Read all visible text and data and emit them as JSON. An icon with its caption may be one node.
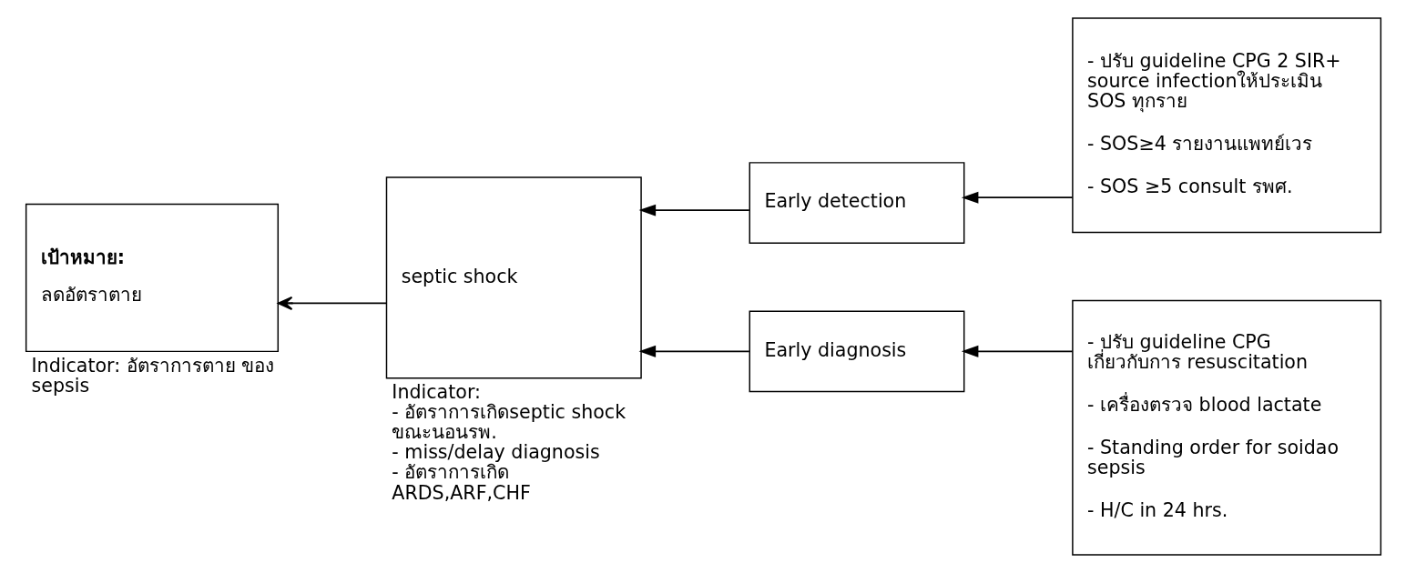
{
  "diagram": {
    "nodes": [
      {
        "text": [
          "เป้าหมาย:",
          "ลดอัตราตาย"
        ],
        "beside": [
          "Indicator: อัตราการตาย ของ sepsis"
        ]
      },
      {
        "text": [
          "septic shock"
        ],
        "beside": [
          "Indicator:",
          "- อัตราการเกิดseptic shock ขณะนอนรพ.",
          "- miss/delay diagnosis",
          "- อัตราการเกิด ARDS,ARF,CHF"
        ]
      },
      {
        "text": [
          "Early detection"
        ]
      },
      {
        "text": [
          "Early diagnosis"
        ]
      },
      {
        "text": [
          "- ปรับ guideline CPG 2 SIR+ source infectionให้ประเมิน SOS ทุกราย",
          "- SOS≥4 รายงานแพทย์เวร",
          "- SOS ≥5 consult รพศ."
        ]
      },
      {
        "text": [
          "- ปรับ guideline CPG เกี่ยวกับการ resuscitation",
          "- เครื่องตรวจ blood lactate",
          "- Standing order for soidao sepsis",
          "- H/C in 24 hrs."
        ]
      }
    ],
    "edges": [
      {
        "from": 1,
        "to": 0,
        "arrow": "to"
      },
      {
        "from": 2,
        "to": 1,
        "arrow": "to"
      },
      {
        "from": 3,
        "to": 1,
        "arrow": "to"
      },
      {
        "from": 4,
        "to": 2,
        "arrow": "to"
      },
      {
        "from": 5,
        "to": 3,
        "arrow": "to"
      }
    ]
  }
}
